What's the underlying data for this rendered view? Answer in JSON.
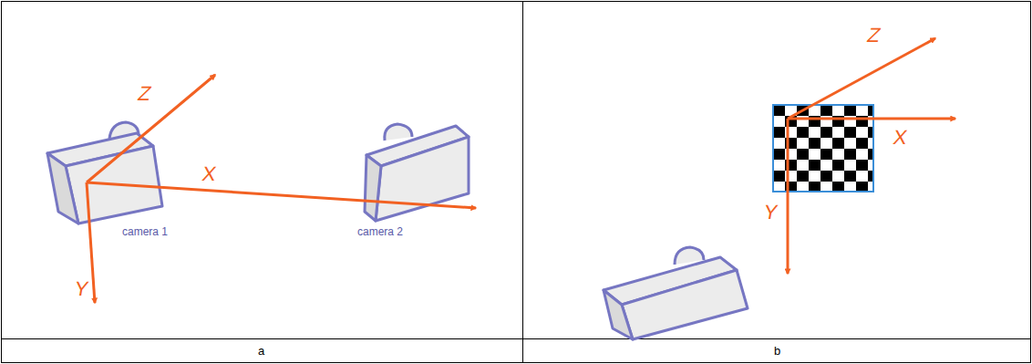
{
  "diagram": {
    "labels": [
      "Z",
      "X",
      "Y",
      "camera 1",
      "camera 2",
      "Z",
      "X",
      "Y",
      "a",
      "b"
    ]
  }
}
